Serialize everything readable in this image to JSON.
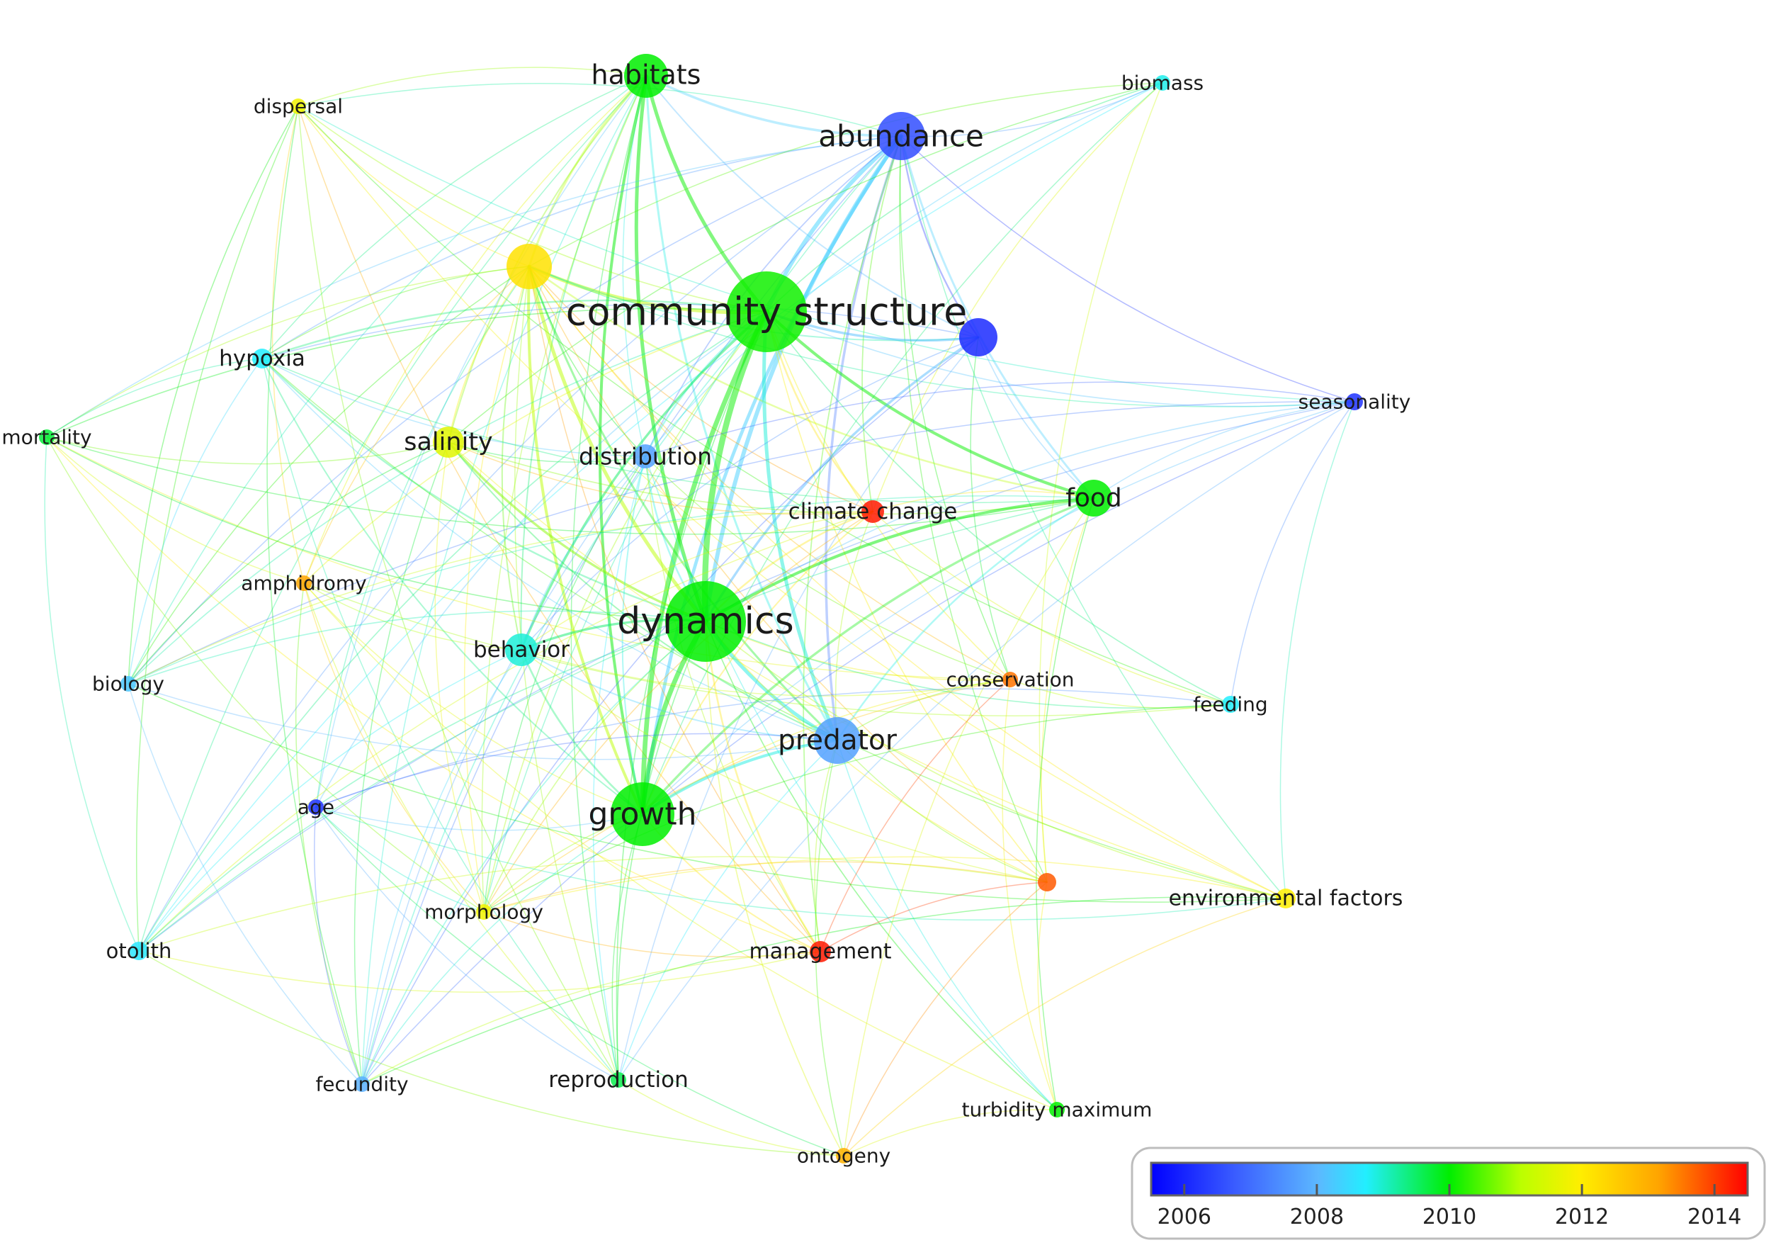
{
  "network": {
    "nodes": [
      {
        "id": "habitats",
        "label": "habitats",
        "year": 2010.0,
        "weight": 6
      },
      {
        "id": "abundance",
        "label": "abundance",
        "year": 2006.6,
        "weight": 7
      },
      {
        "id": "biomass",
        "label": "biomass",
        "year": 2008.8,
        "weight": 2
      },
      {
        "id": "dispersal",
        "label": "dispersal",
        "year": 2011.8,
        "weight": 2
      },
      {
        "id": "unlabeled-yellow",
        "label": "",
        "year": 2012.2,
        "weight": 6
      },
      {
        "id": "community-structure",
        "label": "community structure",
        "year": 2010.1,
        "weight": 10
      },
      {
        "id": "unlabeled-purple",
        "label": "",
        "year": 2006.1,
        "weight": 4
      },
      {
        "id": "hypoxia",
        "label": "hypoxia",
        "year": 2008.7,
        "weight": 3
      },
      {
        "id": "seasonality",
        "label": "seasonality",
        "year": 2006.2,
        "weight": 2
      },
      {
        "id": "mortality",
        "label": "mortality",
        "year": 2009.7,
        "weight": 2
      },
      {
        "id": "salinity",
        "label": "salinity",
        "year": 2011.6,
        "weight": 4
      },
      {
        "id": "distribution",
        "label": "distribution",
        "year": 2007.7,
        "weight": 3
      },
      {
        "id": "food",
        "label": "food",
        "year": 2010.0,
        "weight": 5
      },
      {
        "id": "climate-change",
        "label": "climate change",
        "year": 2014.3,
        "weight": 3
      },
      {
        "id": "amphidromy",
        "label": "amphidromy",
        "year": 2013.2,
        "weight": 2
      },
      {
        "id": "dynamics",
        "label": "dynamics",
        "year": 2010.0,
        "weight": 10
      },
      {
        "id": "behavior",
        "label": "behavior",
        "year": 2008.9,
        "weight": 4
      },
      {
        "id": "conservation",
        "label": "conservation",
        "year": 2013.6,
        "weight": 2
      },
      {
        "id": "biology",
        "label": "biology",
        "year": 2008.2,
        "weight": 2
      },
      {
        "id": "feeding",
        "label": "feeding",
        "year": 2008.7,
        "weight": 2
      },
      {
        "id": "predator",
        "label": "predator",
        "year": 2007.7,
        "weight": 6
      },
      {
        "id": "age",
        "label": "age",
        "year": 2006.2,
        "weight": 2
      },
      {
        "id": "growth",
        "label": "growth",
        "year": 2010.0,
        "weight": 8
      },
      {
        "id": "unlabeled-orange",
        "label": "",
        "year": 2013.8,
        "weight": 2
      },
      {
        "id": "environmental-factors",
        "label": "environmental factors",
        "year": 2012.0,
        "weight": 2
      },
      {
        "id": "morphology",
        "label": "morphology",
        "year": 2011.8,
        "weight": 2
      },
      {
        "id": "otolith",
        "label": "otolith",
        "year": 2008.6,
        "weight": 2
      },
      {
        "id": "management",
        "label": "management",
        "year": 2014.3,
        "weight": 3
      },
      {
        "id": "fecundity",
        "label": "fecundity",
        "year": 2007.9,
        "weight": 2
      },
      {
        "id": "reproduction",
        "label": "reproduction",
        "year": 2009.6,
        "weight": 2
      },
      {
        "id": "turbidity-maximum",
        "label": "turbidity maximum",
        "year": 2010.0,
        "weight": 2
      },
      {
        "id": "ontogeny",
        "label": "ontogeny",
        "year": 2013.0,
        "weight": 2
      }
    ]
  },
  "legend": {
    "title": "",
    "ticks": [
      "2006",
      "2008",
      "2010",
      "2012",
      "2014"
    ],
    "tick_values": [
      2006,
      2008,
      2010,
      2012,
      2014
    ],
    "range": [
      2005.5,
      2014.5
    ],
    "colors": [
      "#0000ff",
      "#33ccff",
      "#00ee00",
      "#ffff00",
      "#ff9900",
      "#ff0000"
    ]
  }
}
